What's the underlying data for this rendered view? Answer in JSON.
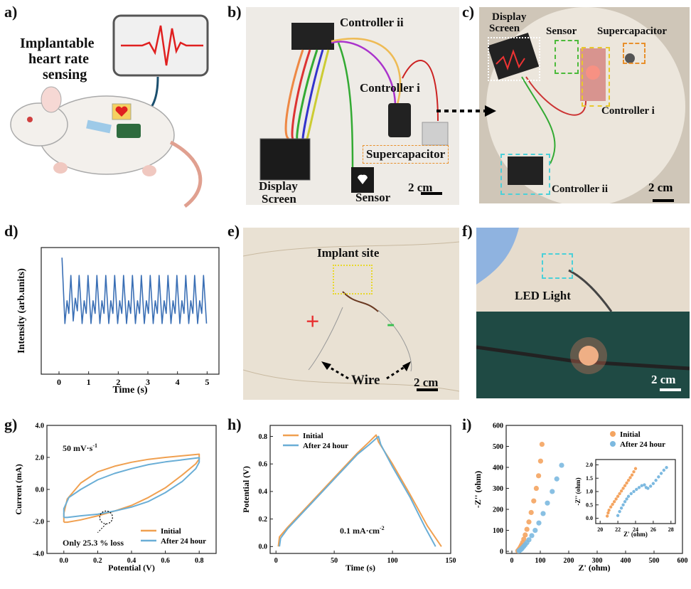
{
  "panels": {
    "a": {
      "label": "a)",
      "title_line1": "Implantable",
      "title_line2": "heart rate",
      "title_line3": "sensing"
    },
    "b": {
      "label": "b)",
      "controller_ii": "Controller ii",
      "controller_i": "Controller i",
      "display_line1": "Display",
      "display_line2": "Screen",
      "sensor": "Sensor",
      "supercapacitor": "Supercapacitor",
      "scale": "2 cm"
    },
    "c": {
      "label": "c)",
      "display_line1": "Display",
      "display_line2": "Screen",
      "sensor": "Sensor",
      "supercapacitor": "Supercapacitor",
      "controller_i": "Controller i",
      "controller_ii": "Controller ii",
      "scale": "2 cm"
    },
    "d": {
      "label": "d)"
    },
    "e": {
      "label": "e)",
      "implant_site": "Implant site",
      "plus": "+",
      "minus": "-",
      "wire": "Wire",
      "scale": "2 cm"
    },
    "f": {
      "label": "f)",
      "led": "LED Light",
      "scale": "2 cm"
    },
    "g": {
      "label": "g)",
      "rate": "50 mV·s",
      "rate_sup": "-1",
      "note": "Only 25.3 % loss"
    },
    "h": {
      "label": "h)",
      "current": "0.1 mA·cm",
      "current_sup": "-2"
    },
    "i": {
      "label": "i)"
    }
  },
  "colors": {
    "orange": "#f0a050",
    "blue": "#6aaed6",
    "line_d": "#3a6fb5",
    "scatter_orange": "#f4a460",
    "scatter_blue": "#7cb9e0"
  },
  "chart_data": [
    {
      "id": "d",
      "type": "line",
      "xlabel": "Time (s)",
      "ylabel": "Intensity (arb.units)",
      "xlim": [
        -0.6,
        5.4
      ],
      "ylim": [
        0,
        1
      ],
      "xticks": [
        "0",
        "1",
        "2",
        "3",
        "4",
        "5"
      ],
      "series": [
        {
          "values": [
            [
              0.1,
              0.92
            ],
            [
              0.2,
              0.4
            ],
            [
              0.27,
              0.58
            ],
            [
              0.33,
              0.48
            ],
            [
              0.4,
              0.78
            ],
            [
              0.48,
              0.42
            ],
            [
              0.55,
              0.6
            ],
            [
              0.62,
              0.5
            ],
            [
              0.68,
              0.78
            ],
            [
              0.78,
              0.4
            ],
            [
              0.85,
              0.58
            ],
            [
              0.92,
              0.48
            ],
            [
              0.98,
              0.78
            ],
            [
              1.08,
              0.4
            ],
            [
              1.15,
              0.58
            ],
            [
              1.22,
              0.48
            ],
            [
              1.28,
              0.78
            ],
            [
              1.38,
              0.4
            ],
            [
              1.45,
              0.58
            ],
            [
              1.52,
              0.48
            ],
            [
              1.58,
              0.78
            ],
            [
              1.68,
              0.4
            ],
            [
              1.75,
              0.58
            ],
            [
              1.82,
              0.48
            ],
            [
              1.88,
              0.78
            ],
            [
              1.98,
              0.4
            ],
            [
              2.05,
              0.58
            ],
            [
              2.12,
              0.48
            ],
            [
              2.18,
              0.78
            ],
            [
              2.28,
              0.4
            ],
            [
              2.35,
              0.58
            ],
            [
              2.42,
              0.48
            ],
            [
              2.48,
              0.78
            ],
            [
              2.58,
              0.4
            ],
            [
              2.65,
              0.58
            ],
            [
              2.72,
              0.48
            ],
            [
              2.78,
              0.78
            ],
            [
              2.88,
              0.4
            ],
            [
              2.95,
              0.58
            ],
            [
              3.02,
              0.48
            ],
            [
              3.08,
              0.78
            ],
            [
              3.18,
              0.4
            ],
            [
              3.25,
              0.58
            ],
            [
              3.32,
              0.48
            ],
            [
              3.38,
              0.78
            ],
            [
              3.48,
              0.4
            ],
            [
              3.55,
              0.58
            ],
            [
              3.62,
              0.48
            ],
            [
              3.68,
              0.78
            ],
            [
              3.78,
              0.4
            ],
            [
              3.85,
              0.58
            ],
            [
              3.92,
              0.48
            ],
            [
              3.98,
              0.78
            ],
            [
              4.08,
              0.4
            ],
            [
              4.15,
              0.58
            ],
            [
              4.22,
              0.48
            ],
            [
              4.28,
              0.78
            ],
            [
              4.38,
              0.4
            ],
            [
              4.45,
              0.58
            ],
            [
              4.52,
              0.48
            ],
            [
              4.58,
              0.78
            ],
            [
              4.68,
              0.4
            ],
            [
              4.75,
              0.58
            ],
            [
              4.82,
              0.48
            ],
            [
              4.88,
              0.78
            ],
            [
              4.98,
              0.4
            ]
          ]
        }
      ]
    },
    {
      "id": "g",
      "type": "line",
      "xlabel": "Potential (V)",
      "ylabel": "Current (mA)",
      "xlim": [
        -0.1,
        0.9
      ],
      "ylim": [
        -4.0,
        4.0
      ],
      "xticks": [
        "0.0",
        "0.2",
        "0.4",
        "0.6",
        "0.8"
      ],
      "yticks": [
        "-4.0",
        "-2.0",
        "0.0",
        "2.0",
        "4.0"
      ],
      "legend": "bottom-right",
      "series": [
        {
          "name": "Initial",
          "color": "orange",
          "values": [
            [
              0.0,
              -2.05
            ],
            [
              0.0,
              -1.5
            ],
            [
              0.02,
              -0.6
            ],
            [
              0.1,
              0.4
            ],
            [
              0.2,
              1.1
            ],
            [
              0.3,
              1.45
            ],
            [
              0.4,
              1.7
            ],
            [
              0.5,
              1.88
            ],
            [
              0.6,
              2.0
            ],
            [
              0.7,
              2.1
            ],
            [
              0.8,
              2.2
            ],
            [
              0.8,
              1.9
            ],
            [
              0.78,
              1.6
            ],
            [
              0.7,
              0.9
            ],
            [
              0.6,
              0.1
            ],
            [
              0.5,
              -0.5
            ],
            [
              0.4,
              -1.0
            ],
            [
              0.3,
              -1.35
            ],
            [
              0.2,
              -1.65
            ],
            [
              0.1,
              -1.9
            ],
            [
              0.02,
              -2.05
            ],
            [
              0.0,
              -2.05
            ]
          ]
        },
        {
          "name": "After 24 hour",
          "color": "blue",
          "values": [
            [
              0.0,
              -1.75
            ],
            [
              0.0,
              -1.2
            ],
            [
              0.03,
              -0.5
            ],
            [
              0.1,
              0.0
            ],
            [
              0.2,
              0.6
            ],
            [
              0.3,
              1.0
            ],
            [
              0.4,
              1.3
            ],
            [
              0.5,
              1.55
            ],
            [
              0.6,
              1.72
            ],
            [
              0.7,
              1.85
            ],
            [
              0.8,
              1.98
            ],
            [
              0.8,
              1.7
            ],
            [
              0.78,
              1.3
            ],
            [
              0.7,
              0.5
            ],
            [
              0.6,
              -0.2
            ],
            [
              0.5,
              -0.75
            ],
            [
              0.4,
              -1.1
            ],
            [
              0.3,
              -1.35
            ],
            [
              0.2,
              -1.55
            ],
            [
              0.1,
              -1.65
            ],
            [
              0.02,
              -1.75
            ],
            [
              0.0,
              -1.75
            ]
          ]
        }
      ]
    },
    {
      "id": "h",
      "type": "line",
      "xlabel": "Time (s)",
      "ylabel": "Potential (V)",
      "xlim": [
        -5,
        150
      ],
      "ylim": [
        -0.05,
        0.88
      ],
      "xticks": [
        "0",
        "50",
        "100",
        "150"
      ],
      "yticks": [
        "0.0",
        "0.2",
        "0.4",
        "0.6",
        "0.8"
      ],
      "legend": "top-left",
      "series": [
        {
          "name": "Initial",
          "color": "orange",
          "values": [
            [
              2,
              0.0
            ],
            [
              3,
              0.07
            ],
            [
              10,
              0.14
            ],
            [
              20,
              0.23
            ],
            [
              30,
              0.32
            ],
            [
              40,
              0.41
            ],
            [
              50,
              0.5
            ],
            [
              60,
              0.59
            ],
            [
              70,
              0.68
            ],
            [
              80,
              0.76
            ],
            [
              86,
              0.81
            ],
            [
              88,
              0.76
            ],
            [
              100,
              0.6
            ],
            [
              115,
              0.38
            ],
            [
              130,
              0.15
            ],
            [
              142,
              0.0
            ]
          ]
        },
        {
          "name": "After 24 hour",
          "color": "blue",
          "values": [
            [
              3,
              0.0
            ],
            [
              4,
              0.06
            ],
            [
              10,
              0.13
            ],
            [
              20,
              0.22
            ],
            [
              30,
              0.31
            ],
            [
              40,
              0.4
            ],
            [
              50,
              0.49
            ],
            [
              60,
              0.58
            ],
            [
              70,
              0.67
            ],
            [
              80,
              0.74
            ],
            [
              88,
              0.8
            ],
            [
              90,
              0.74
            ],
            [
              100,
              0.58
            ],
            [
              115,
              0.36
            ],
            [
              128,
              0.14
            ],
            [
              137,
              0.0
            ]
          ]
        }
      ]
    },
    {
      "id": "i",
      "type": "scatter",
      "xlabel": "Z' (ohm)",
      "ylabel": "-Z'' (ohm)",
      "xlim": [
        -20,
        600
      ],
      "ylim": [
        -10,
        600
      ],
      "xticks": [
        "0",
        "100",
        "200",
        "300",
        "400",
        "500",
        "600"
      ],
      "yticks": [
        "0",
        "100",
        "200",
        "300",
        "400",
        "500",
        "600"
      ],
      "legend": "top-right",
      "series": [
        {
          "name": "Initial",
          "color": "scatter_orange",
          "values": [
            [
              21,
              2
            ],
            [
              22,
              4
            ],
            [
              24,
              7
            ],
            [
              26,
              10
            ],
            [
              28,
              15
            ],
            [
              31,
              22
            ],
            [
              34,
              30
            ],
            [
              38,
              42
            ],
            [
              42,
              58
            ],
            [
              47,
              78
            ],
            [
              53,
              105
            ],
            [
              60,
              140
            ],
            [
              68,
              185
            ],
            [
              77,
              240
            ],
            [
              86,
              300
            ],
            [
              94,
              360
            ],
            [
              101,
              430
            ],
            [
              106,
              510
            ]
          ]
        },
        {
          "name": "After 24 hour",
          "color": "scatter_blue",
          "values": [
            [
              25,
              2
            ],
            [
              27,
              4
            ],
            [
              29,
              6
            ],
            [
              32,
              9
            ],
            [
              35,
              13
            ],
            [
              38,
              18
            ],
            [
              42,
              24
            ],
            [
              47,
              32
            ],
            [
              53,
              42
            ],
            [
              60,
              55
            ],
            [
              70,
              75
            ],
            [
              82,
              100
            ],
            [
              95,
              135
            ],
            [
              110,
              180
            ],
            [
              125,
              230
            ],
            [
              142,
              285
            ],
            [
              158,
              345
            ],
            [
              175,
              410
            ]
          ]
        }
      ],
      "inset": {
        "xlabel": "Z' (ohm)",
        "ylabel": "-Z'' (ohm)",
        "xlim": [
          19.5,
          28.5
        ],
        "ylim": [
          -0.2,
          2.2
        ],
        "xticks": [
          "20",
          "22",
          "24",
          "26",
          "28"
        ],
        "yticks": [
          "0.0",
          "0.5",
          "1.0",
          "1.5",
          "2.0"
        ],
        "series": [
          {
            "name": "Initial",
            "color": "scatter_orange",
            "values": [
              [
                20.8,
                0.08
              ],
              [
                20.9,
                0.2
              ],
              [
                21.0,
                0.3
              ],
              [
                21.2,
                0.42
              ],
              [
                21.4,
                0.52
              ],
              [
                21.6,
                0.62
              ],
              [
                21.8,
                0.72
              ],
              [
                22.0,
                0.82
              ],
              [
                22.2,
                0.92
              ],
              [
                22.4,
                1.02
              ],
              [
                22.6,
                1.12
              ],
              [
                22.8,
                1.22
              ],
              [
                23.0,
                1.32
              ],
              [
                23.2,
                1.42
              ],
              [
                23.4,
                1.52
              ],
              [
                23.6,
                1.62
              ],
              [
                23.8,
                1.74
              ],
              [
                24.0,
                1.86
              ]
            ]
          },
          {
            "name": "After 24 hour",
            "color": "scatter_blue",
            "values": [
              [
                22.0,
                0.1
              ],
              [
                22.2,
                0.25
              ],
              [
                22.4,
                0.38
              ],
              [
                22.6,
                0.5
              ],
              [
                22.8,
                0.62
              ],
              [
                23.0,
                0.72
              ],
              [
                23.2,
                0.82
              ],
              [
                23.5,
                0.92
              ],
              [
                23.8,
                1.0
              ],
              [
                24.1,
                1.08
              ],
              [
                24.4,
                1.15
              ],
              [
                24.7,
                1.22
              ],
              [
                25.0,
                1.25
              ],
              [
                25.2,
                1.15
              ],
              [
                25.4,
                1.12
              ],
              [
                25.7,
                1.2
              ],
              [
                26.0,
                1.3
              ],
              [
                26.3,
                1.42
              ],
              [
                26.6,
                1.55
              ],
              [
                26.9,
                1.68
              ],
              [
                27.2,
                1.8
              ],
              [
                27.5,
                1.9
              ]
            ]
          }
        ]
      }
    }
  ]
}
